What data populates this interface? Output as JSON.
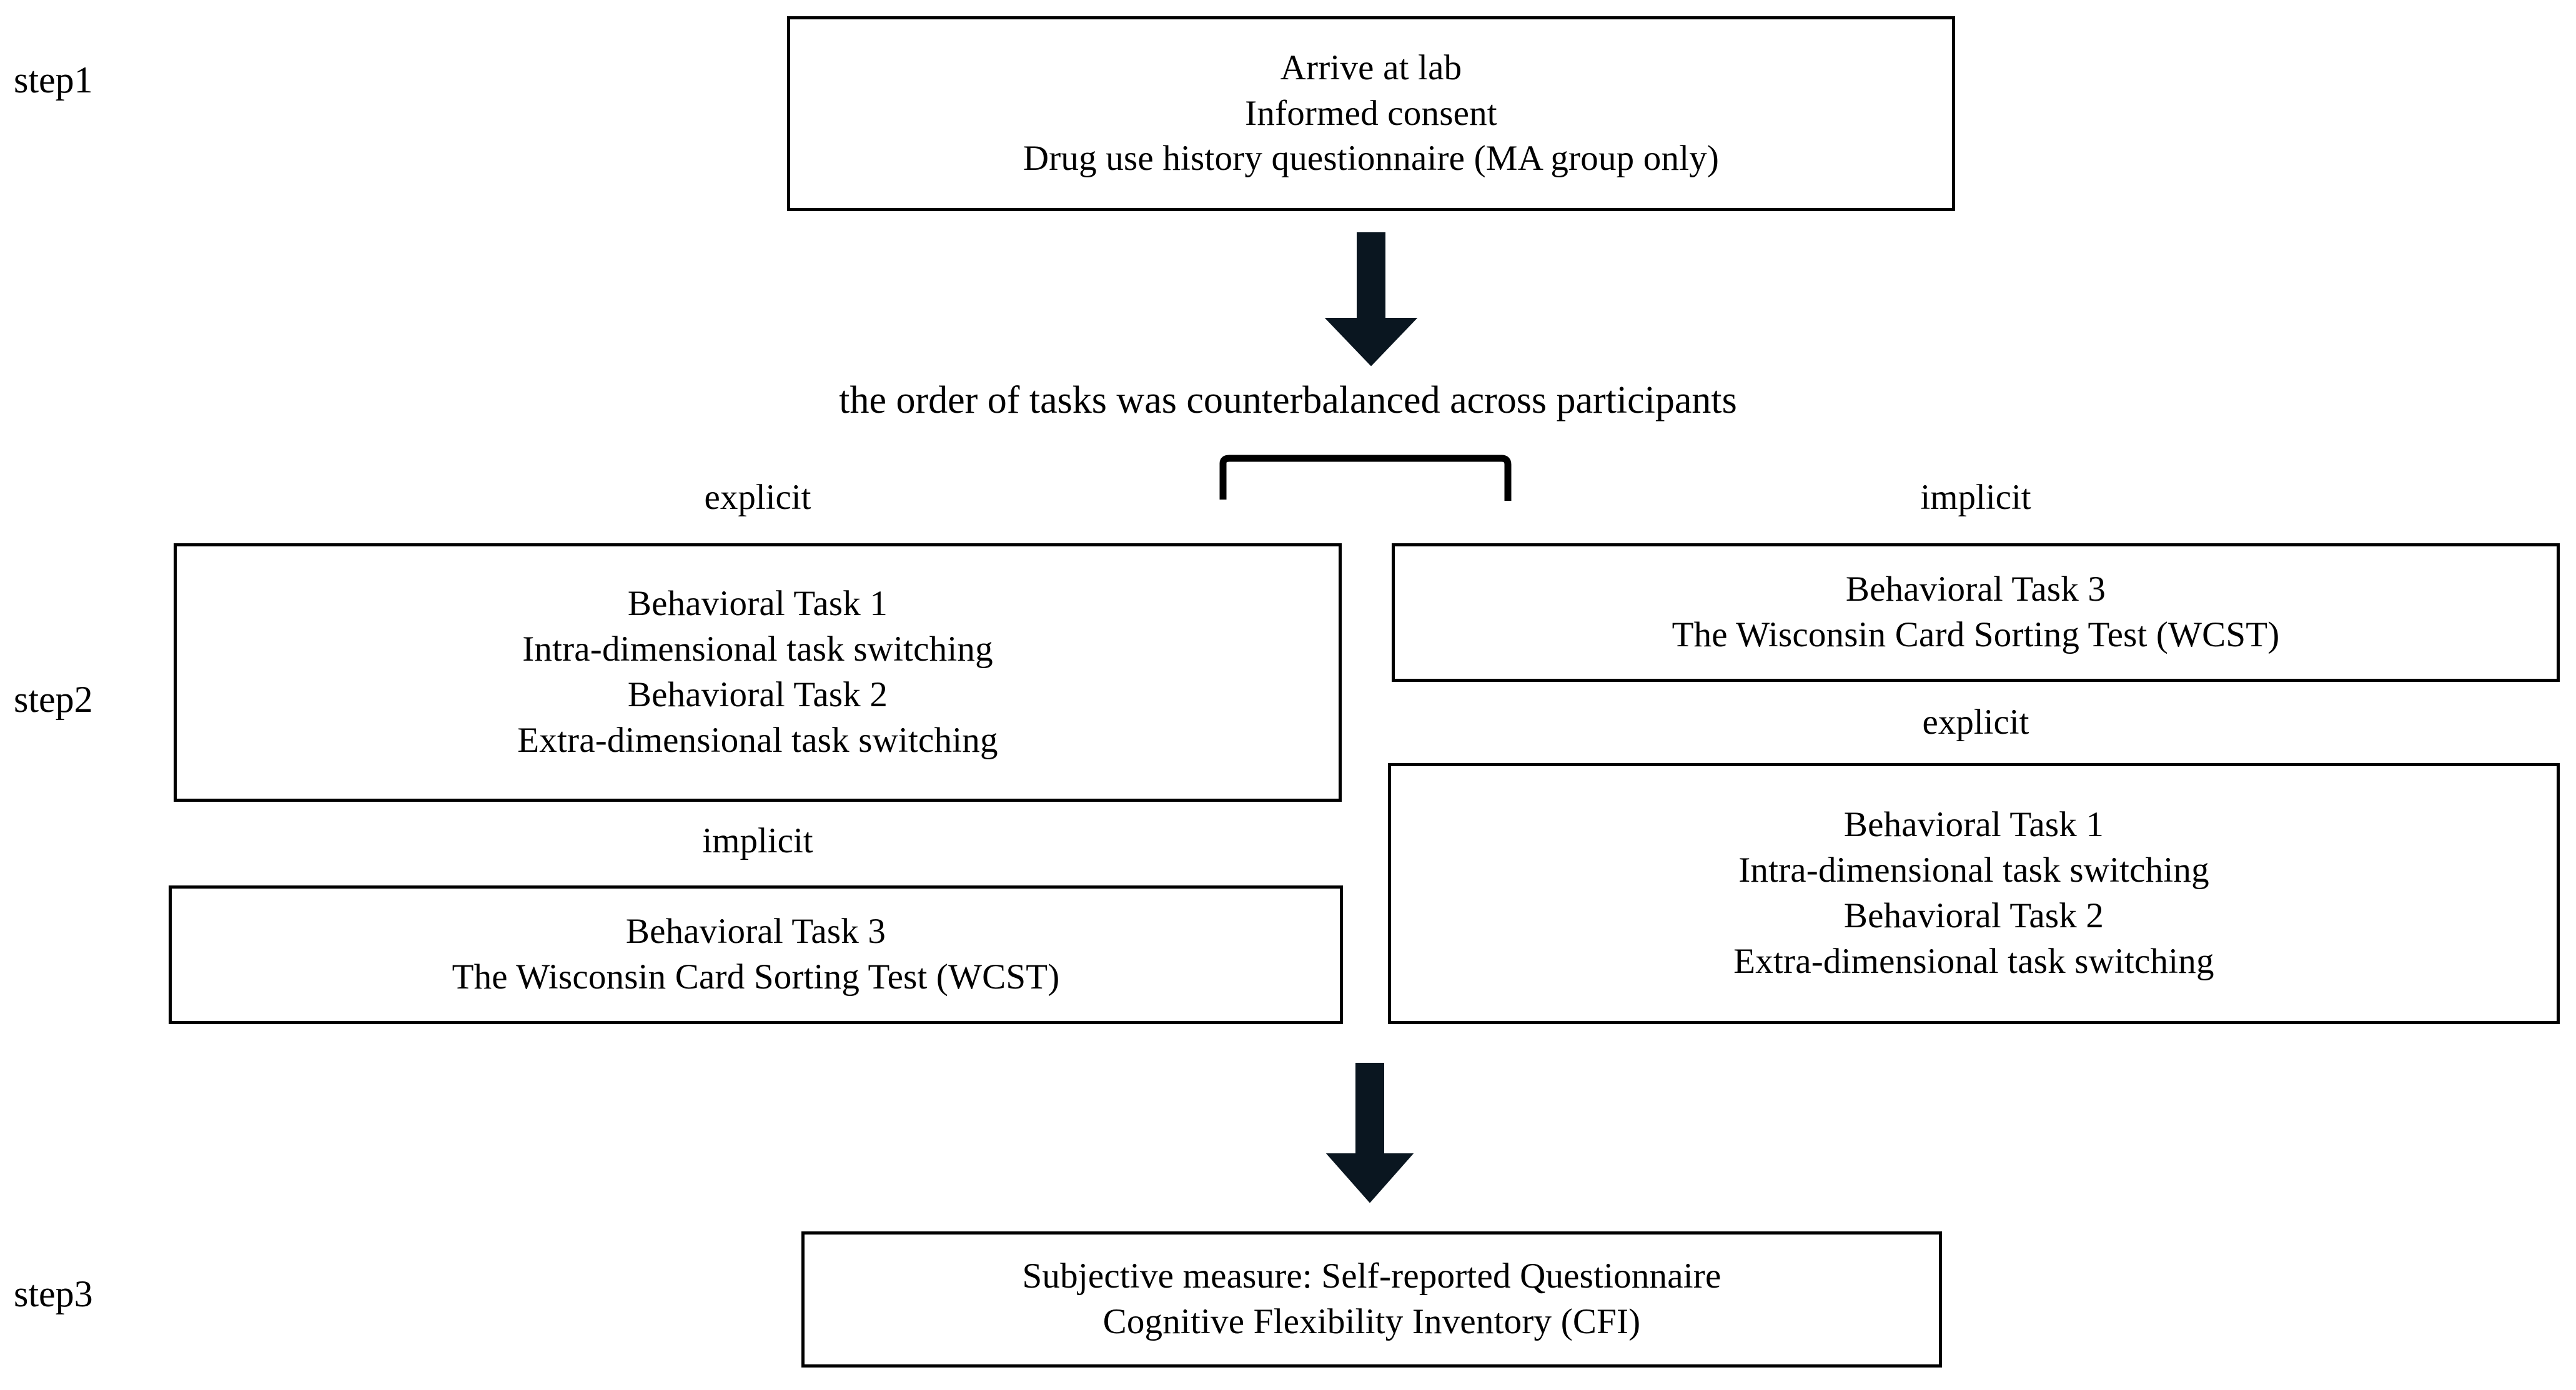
{
  "figure": {
    "type": "flowchart",
    "title_text_present": false,
    "background_color": "#ffffff",
    "stroke_color": "#000000"
  },
  "steps": [
    {
      "id": "step1",
      "label": "step1"
    },
    {
      "id": "step2",
      "label": "step2"
    },
    {
      "id": "step3",
      "label": "step3"
    }
  ],
  "step1_box": {
    "lines": [
      "Arrive at lab",
      "Informed consent",
      "Drug use history questionnaire (MA group only)"
    ]
  },
  "counterbalance_note": "the order of tasks was counterbalanced across participants",
  "branches": {
    "left": {
      "first": {
        "condition_label": "explicit",
        "lines": [
          "Behavioral Task 1",
          "Intra-dimensional task switching",
          "Behavioral Task 2",
          "Extra-dimensional task switching"
        ]
      },
      "second": {
        "condition_label": "implicit",
        "lines": [
          "Behavioral Task 3",
          "The Wisconsin Card Sorting Test (WCST)"
        ]
      }
    },
    "right": {
      "first": {
        "condition_label": "implicit",
        "lines": [
          "Behavioral Task 3",
          "The Wisconsin Card Sorting Test (WCST)"
        ]
      },
      "second": {
        "condition_label": "explicit",
        "lines": [
          "Behavioral Task 1",
          "Intra-dimensional task switching",
          "Behavioral Task 2",
          "Extra-dimensional task switching"
        ]
      }
    }
  },
  "step3_box": {
    "lines": [
      "Subjective measure: Self-reported Questionnaire",
      "Cognitive Flexibility Inventory (CFI)"
    ]
  },
  "connectors": {
    "arrow1_name": "down-arrow-icon",
    "arrow2_name": "down-arrow-icon",
    "split_bracket_name": "split-bracket-connector"
  }
}
